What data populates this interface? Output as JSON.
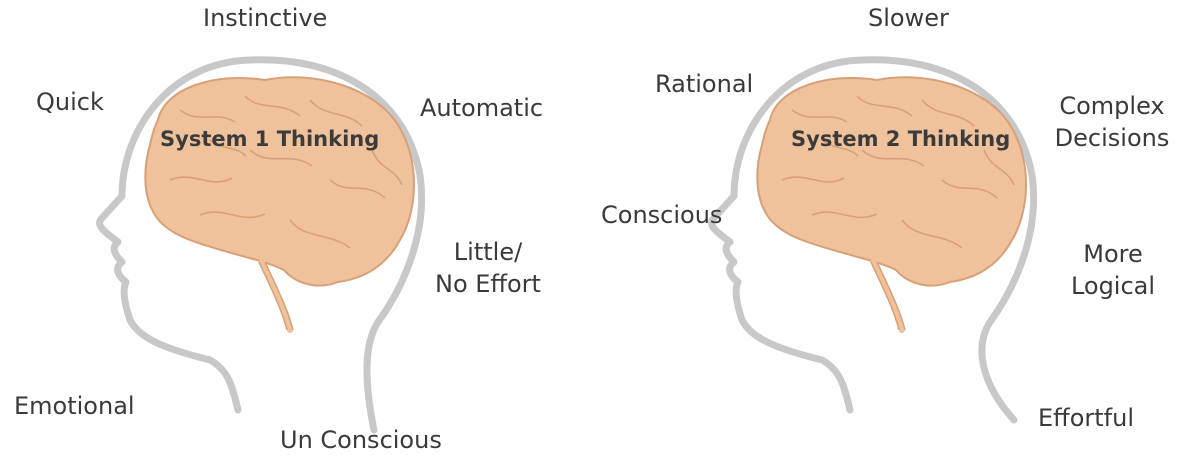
{
  "colors": {
    "head_outline": "#c8c8c8",
    "brain_fill": "#efc29c",
    "brain_stroke": "#d8a077",
    "text": "#3a3a3a"
  },
  "system1": {
    "title": "System 1 Thinking",
    "labels": {
      "top": "Instinctive",
      "left_upper": "Quick",
      "right_upper": "Automatic",
      "right_lower_1": "Little/",
      "right_lower_2": "No Effort",
      "bottom_left": "Emotional",
      "bottom": "Un Conscious"
    }
  },
  "system2": {
    "title": "System 2 Thinking",
    "labels": {
      "top": "Slower",
      "left_upper": "Rational",
      "left_middle": "Conscious",
      "right_upper_1": "Complex",
      "right_upper_2": "Decisions",
      "right_lower_1": "More",
      "right_lower_2": "Logical",
      "bottom_right": "Effortful"
    }
  }
}
